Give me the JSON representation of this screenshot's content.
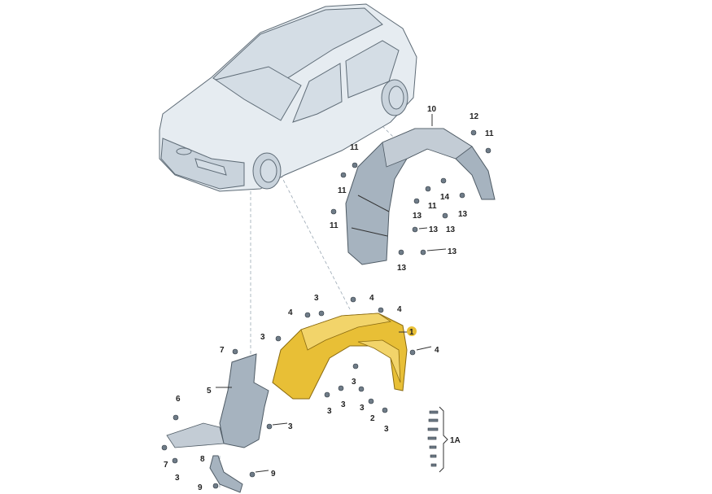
{
  "diagram": {
    "title": "Wheel housing liner parts diagram",
    "colors": {
      "highlight": "#e8bf36",
      "part": "#a6b3bf",
      "car": "#e6ecf1"
    },
    "labels": [
      {
        "id": "10",
        "text": "10"
      },
      {
        "id": "12",
        "text": "12"
      },
      {
        "id": "11a",
        "text": "11"
      },
      {
        "id": "11b",
        "text": "11"
      },
      {
        "id": "11c",
        "text": "11"
      },
      {
        "id": "11d",
        "text": "11"
      },
      {
        "id": "14",
        "text": "14"
      },
      {
        "id": "11e",
        "text": "11"
      },
      {
        "id": "13a",
        "text": "13"
      },
      {
        "id": "13b",
        "text": "13"
      },
      {
        "id": "13c",
        "text": "13"
      },
      {
        "id": "13d",
        "text": "13"
      },
      {
        "id": "13e",
        "text": "13"
      },
      {
        "id": "13f",
        "text": "13"
      },
      {
        "id": "3a",
        "text": "3"
      },
      {
        "id": "4a",
        "text": "4"
      },
      {
        "id": "4b",
        "text": "4"
      },
      {
        "id": "4c",
        "text": "4"
      },
      {
        "id": "1",
        "text": "1"
      },
      {
        "id": "3b",
        "text": "3"
      },
      {
        "id": "7a",
        "text": "7"
      },
      {
        "id": "4d",
        "text": "4"
      },
      {
        "id": "5",
        "text": "5"
      },
      {
        "id": "3c",
        "text": "3"
      },
      {
        "id": "6",
        "text": "6"
      },
      {
        "id": "3d",
        "text": "3"
      },
      {
        "id": "3e",
        "text": "3"
      },
      {
        "id": "3f",
        "text": "3"
      },
      {
        "id": "2",
        "text": "2"
      },
      {
        "id": "3g",
        "text": "3"
      },
      {
        "id": "3h",
        "text": "3"
      },
      {
        "id": "1A",
        "text": "1A"
      },
      {
        "id": "7b",
        "text": "7"
      },
      {
        "id": "3i",
        "text": "3"
      },
      {
        "id": "8",
        "text": "8"
      },
      {
        "id": "9a",
        "text": "9"
      },
      {
        "id": "9b",
        "text": "9"
      }
    ]
  }
}
